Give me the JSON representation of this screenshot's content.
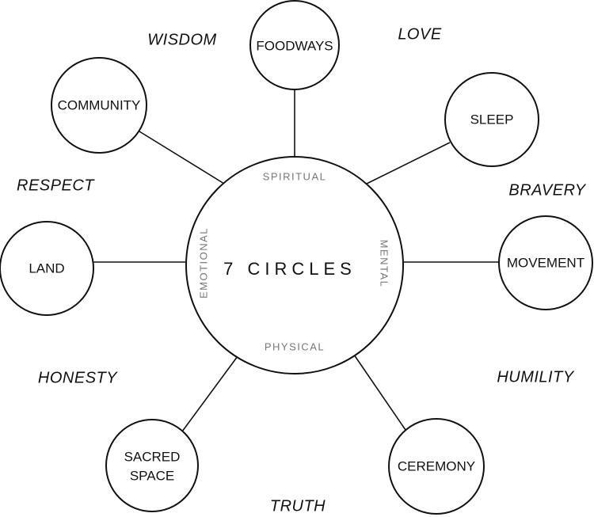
{
  "center": {
    "title": "7 CIRCLES",
    "top": "SPIRITUAL",
    "right": "MENTAL",
    "bottom": "PHYSICAL",
    "left": "EMOTIONAL"
  },
  "nodes": {
    "foodways": "FOODWAYS",
    "community": "COMMUNITY",
    "sleep": "SLEEP",
    "land": "LAND",
    "movement": "MOVEMENT",
    "sacred_space": [
      "SACRED",
      "SPACE"
    ],
    "ceremony": "CEREMONY"
  },
  "values": {
    "wisdom": "WISDOM",
    "love": "LOVE",
    "respect": "RESPECT",
    "bravery": "BRAVERY",
    "honesty": "HONESTY",
    "humility": "HUMILITY",
    "truth": "TRUTH"
  },
  "colors": {
    "stroke": "#111111",
    "text": "#111111",
    "quadrant_text": "#777777",
    "background": "#ffffff"
  }
}
